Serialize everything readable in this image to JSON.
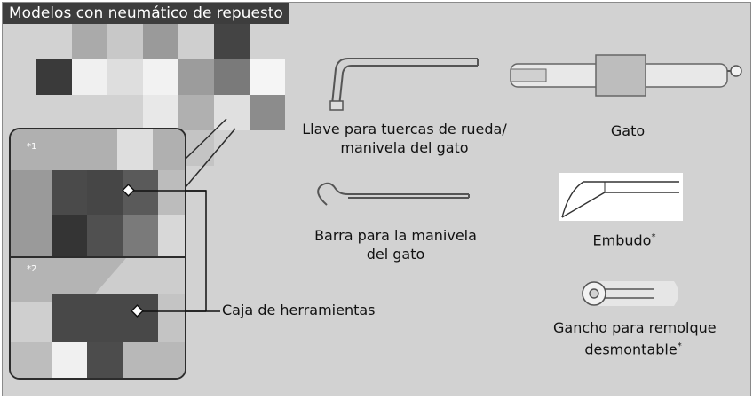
{
  "header": {
    "title": "Modelos con neumático de repuesto"
  },
  "inset": {
    "tag_1": "*1",
    "tag_2": "*2"
  },
  "callout": {
    "label": "Caja de herramientas"
  },
  "tools": {
    "wrench_line1": "Llave para tuercas de rueda/",
    "wrench_line2": "manivela del gato",
    "jack": "Gato",
    "bar_line1": "Barra para la manivela",
    "bar_line2": "del gato",
    "funnel": "Embudo",
    "funnel_mark": "*",
    "hook_line1": "Gancho para remolque",
    "hook_line2": "desmontable",
    "hook_mark": "*"
  },
  "colors": {
    "panel": "#d2d2d2",
    "header": "#3d3d3d",
    "frame": "#2c2c2c"
  }
}
